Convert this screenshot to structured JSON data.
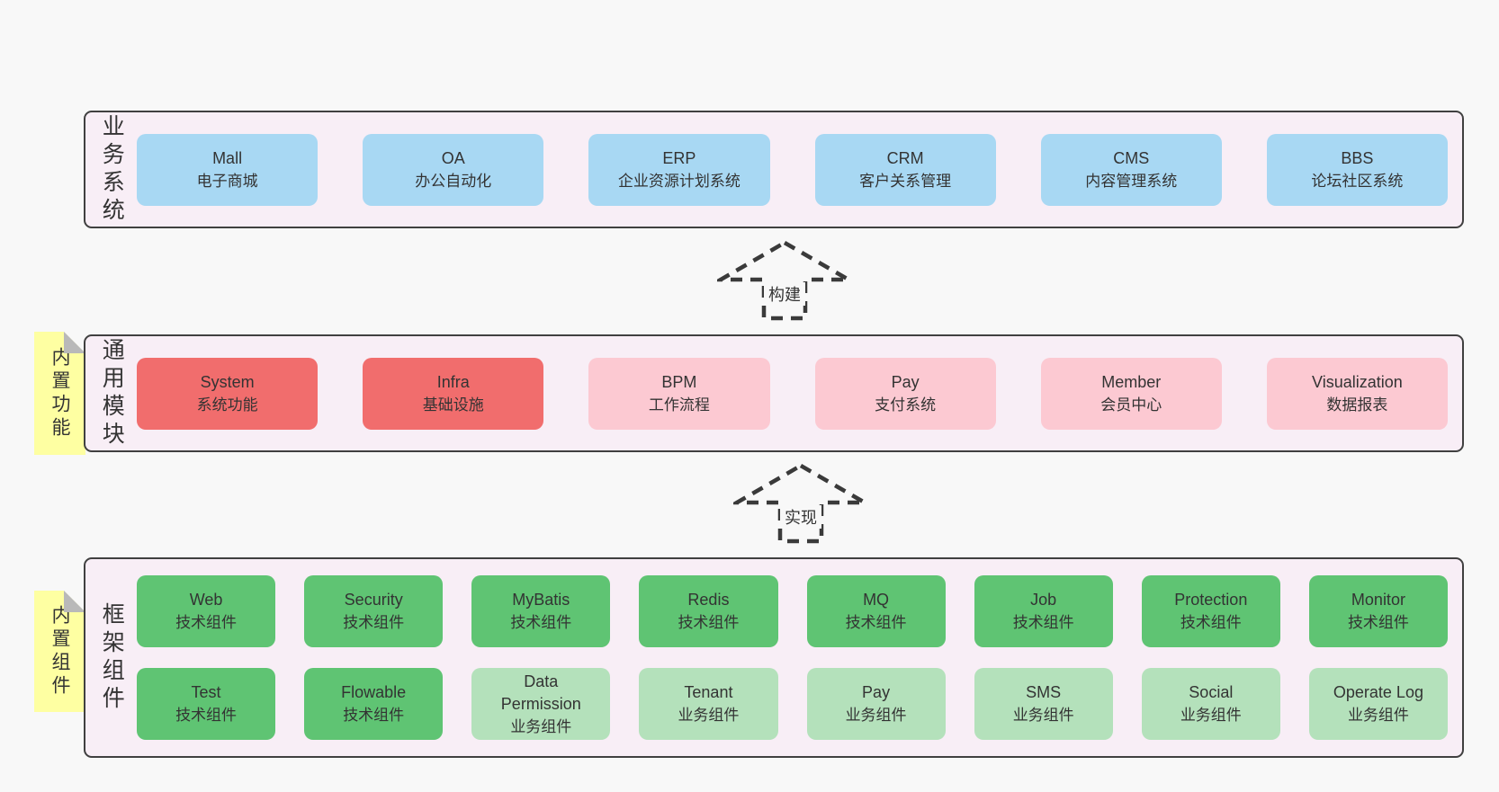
{
  "colors": {
    "page_bg": "#f8f8f8",
    "layer_bg": "#f8eef6",
    "layer_border": "#404040",
    "box_blue": "#a8d8f3",
    "box_red": "#f16d6d",
    "box_pink": "#fcc9d2",
    "box_green": "#5fc473",
    "box_light_green": "#b4e1bb",
    "note_yellow": "#feffa2",
    "note_fold_gray": "#b9b9b9",
    "text": "#333333",
    "arrow_dash": "#3a3a3a"
  },
  "layers": [
    {
      "label": "业务系统",
      "boxes": [
        {
          "name": "Mall",
          "desc": "电子商城"
        },
        {
          "name": "OA",
          "desc": "办公自动化"
        },
        {
          "name": "ERP",
          "desc": "企业资源计划系统"
        },
        {
          "name": "CRM",
          "desc": "客户关系管理"
        },
        {
          "name": "CMS",
          "desc": "内容管理系统"
        },
        {
          "name": "BBS",
          "desc": "论坛社区系统"
        }
      ]
    },
    {
      "label": "通用模块",
      "note": "内置功能",
      "boxes": [
        {
          "name": "System",
          "desc": "系统功能"
        },
        {
          "name": "Infra",
          "desc": "基础设施"
        },
        {
          "name": "BPM",
          "desc": "工作流程"
        },
        {
          "name": "Pay",
          "desc": "支付系统"
        },
        {
          "name": "Member",
          "desc": "会员中心"
        },
        {
          "name": "Visualization",
          "desc": "数据报表"
        }
      ]
    },
    {
      "label": "框架组件",
      "note": "内置组件",
      "rows": [
        [
          {
            "name": "Web",
            "desc": "技术组件"
          },
          {
            "name": "Security",
            "desc": "技术组件"
          },
          {
            "name": "MyBatis",
            "desc": "技术组件"
          },
          {
            "name": "Redis",
            "desc": "技术组件"
          },
          {
            "name": "MQ",
            "desc": "技术组件"
          },
          {
            "name": "Job",
            "desc": "技术组件"
          },
          {
            "name": "Protection",
            "desc": "技术组件"
          },
          {
            "name": "Monitor",
            "desc": "技术组件"
          }
        ],
        [
          {
            "name": "Test",
            "desc": "技术组件"
          },
          {
            "name": "Flowable",
            "desc": "技术组件"
          },
          {
            "name": "Data\nPermission",
            "desc": "业务组件"
          },
          {
            "name": "Tenant",
            "desc": "业务组件"
          },
          {
            "name": "Pay",
            "desc": "业务组件"
          },
          {
            "name": "SMS",
            "desc": "业务组件"
          },
          {
            "name": "Social",
            "desc": "业务组件"
          },
          {
            "name": "Operate Log",
            "desc": "业务组件"
          }
        ]
      ]
    }
  ],
  "arrows": [
    {
      "label": "构建"
    },
    {
      "label": "实现"
    }
  ]
}
